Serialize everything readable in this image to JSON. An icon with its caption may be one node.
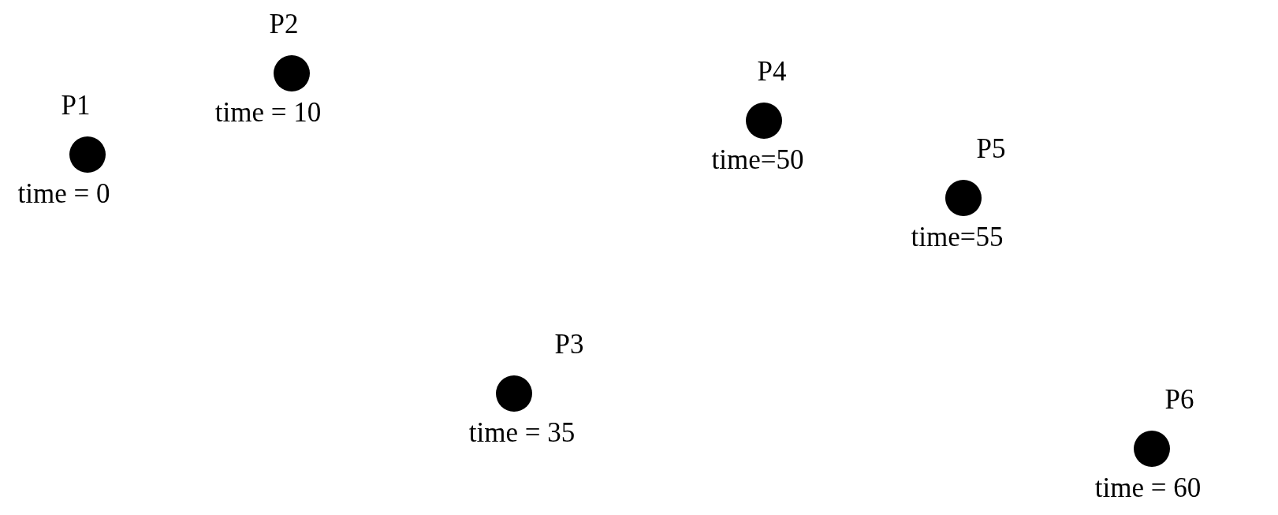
{
  "diagram": {
    "nodes": [
      {
        "text": [
          "P1"
        ],
        "beside": [
          "time = 0"
        ]
      },
      {
        "text": [
          "P2"
        ],
        "beside": [
          "time = 10"
        ]
      },
      {
        "text": [
          "P3"
        ],
        "beside": [
          "time = 35"
        ]
      },
      {
        "text": [
          "P4"
        ],
        "beside": [
          "time=50"
        ]
      },
      {
        "text": [
          "P5"
        ],
        "beside": [
          "time=55"
        ]
      },
      {
        "text": [
          "P6"
        ],
        "beside": [
          "time = 60"
        ]
      }
    ]
  }
}
